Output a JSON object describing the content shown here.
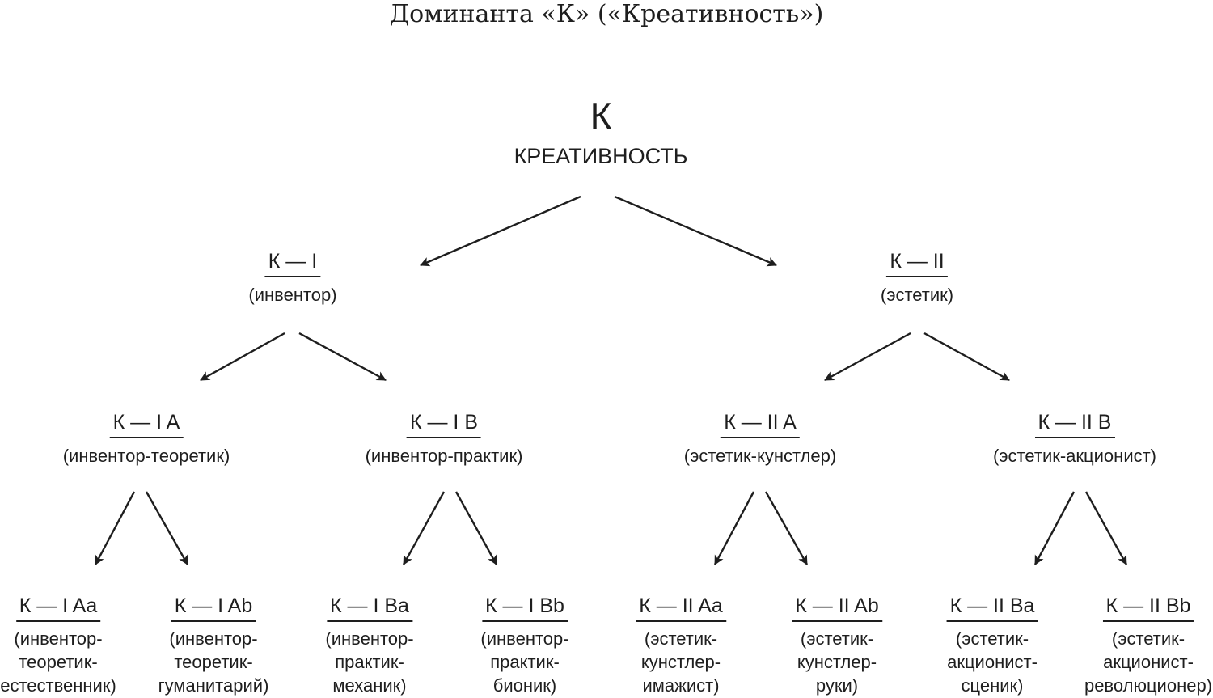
{
  "title": "Доминанта «К» («Креативность»)",
  "root": {
    "code": "К",
    "label": "КРЕАТИВНОСТЬ"
  },
  "level1": [
    {
      "code": "К — I",
      "label": "(инвентор)"
    },
    {
      "code": "К — II",
      "label": "(эстетик)"
    }
  ],
  "level2": [
    {
      "code": "К — I A",
      "label": "(инвентор-теоретик)"
    },
    {
      "code": "К — I B",
      "label": "(инвентор-практик)"
    },
    {
      "code": "К — II A",
      "label": "(эстетик-кунстлер)"
    },
    {
      "code": "К — II B",
      "label": "(эстетик-акционист)"
    }
  ],
  "level3": [
    {
      "code": "К — I Aa",
      "line1": "(инвентор-",
      "line2": "теоретик-",
      "line3": "естественник)"
    },
    {
      "code": "К — I Ab",
      "line1": "(инвентор-",
      "line2": "теоретик-",
      "line3": "гуманитарий)"
    },
    {
      "code": "К — I Ba",
      "line1": "(инвентор-",
      "line2": "практик-",
      "line3": "механик)"
    },
    {
      "code": "К — I Bb",
      "line1": "(инвентор-",
      "line2": "практик-",
      "line3": "бионик)"
    },
    {
      "code": "К — II Aa",
      "line1": "(эстетик-",
      "line2": "кунстлер-",
      "line3": "имажист)"
    },
    {
      "code": "К — II Ab",
      "line1": "(эстетик-",
      "line2": "кунстлер-",
      "line3": "руки)"
    },
    {
      "code": "К — II Ba",
      "line1": "(эстетик-",
      "line2": "акционист-",
      "line3": "сценик)"
    },
    {
      "code": "К — II Bb",
      "line1": "(эстетик-",
      "line2": "акционист-",
      "line3": "революционер)"
    }
  ]
}
